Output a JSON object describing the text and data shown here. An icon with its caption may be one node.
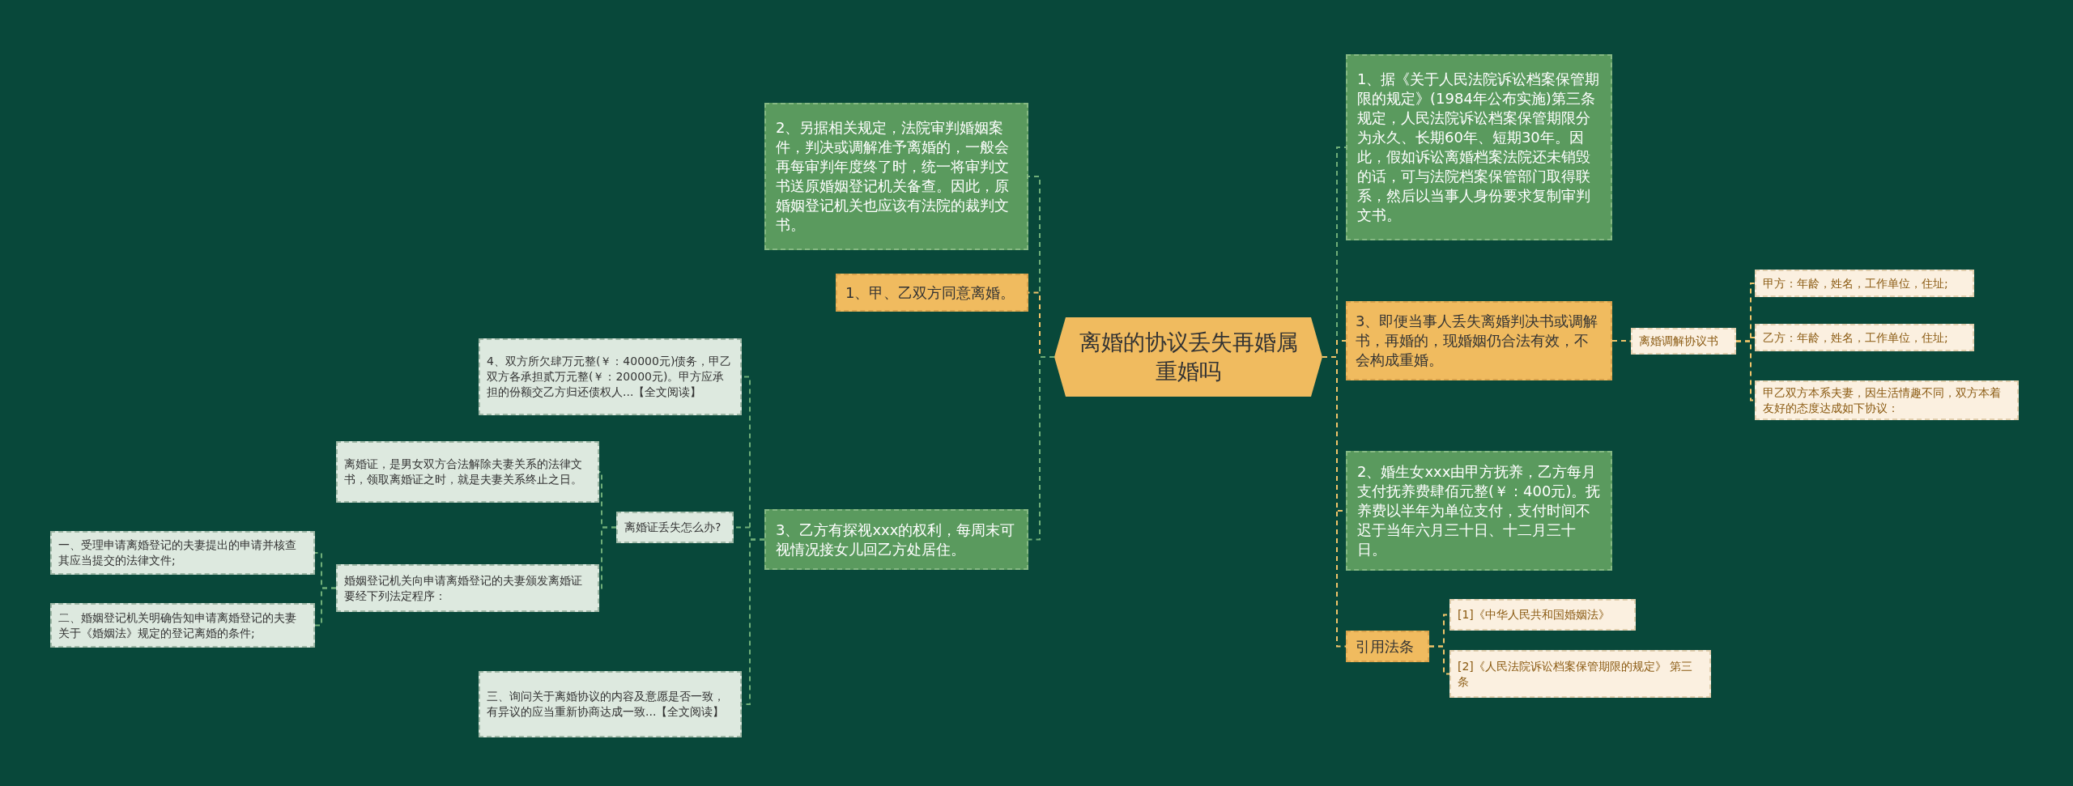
{
  "diagram": {
    "nodes": [
      {
        "text": [
          "离婚的协议丢失再婚属重婚吗"
        ]
      },
      {
        "text": [
          "2、另据相关规定，法院审判婚姻案件，判决或调解准予离婚的，一般会再每审判年度终了时，统一将审判文书送原婚姻登记机关备查。因此，原婚姻登记机关也应该有法院的裁判文书。"
        ]
      },
      {
        "text": [
          "1、甲、乙双方同意离婚。"
        ]
      },
      {
        "text": [
          "3、乙方有探视xxx的权利，每周末可视情况接女儿回乙方处居住。"
        ]
      },
      {
        "text": [
          "4、双方所欠肆万元整(￥：40000元)债务，甲乙双方各承担贰万元整(￥：20000元)。甲方应承担的份额交乙方归还债权人...【全文阅读】"
        ]
      },
      {
        "text": [
          "离婚证丢失怎么办?"
        ]
      },
      {
        "text": [
          "离婚证，是男女双方合法解除夫妻关系的法律文书，领取离婚证之时，就是夫妻关系终止之日。"
        ]
      },
      {
        "text": [
          "婚姻登记机关向申请离婚登记的夫妻颁发离婚证要经下列法定程序："
        ]
      },
      {
        "text": [
          "一、受理申请离婚登记的夫妻提出的申请并核查其应当提交的法律文件;"
        ]
      },
      {
        "text": [
          "二、婚姻登记机关明确告知申请离婚登记的夫妻关于《婚姻法》规定的登记离婚的条件;"
        ]
      },
      {
        "text": [
          "三、询问关于离婚协议的内容及意愿是否一致，有异议的应当重新协商达成一致...【全文阅读】"
        ]
      },
      {
        "text": [
          "1、据《关于人民法院诉讼档案保管期限的规定》(1984年公布实施)第三条规定，人民法院诉讼档案保管期限分为永久、长期60年、短期30年。因此，假如诉讼离婚档案法院还未销毁的话，可与法院档案保管部门取得联系，然后以当事人身份要求复制审判文书。"
        ]
      },
      {
        "text": [
          "3、即便当事人丢失离婚判决书或调解书，再婚的，现婚姻仍合法有效，不会构成重婚。"
        ]
      },
      {
        "text": [
          "离婚调解协议书"
        ]
      },
      {
        "text": [
          "甲方：年龄，姓名，工作单位，住址;"
        ]
      },
      {
        "text": [
          "乙方：年龄，姓名，工作单位，住址;"
        ]
      },
      {
        "text": [
          "甲乙双方本系夫妻，因生活情趣不同，双方本着友好的态度达成如下协议："
        ]
      },
      {
        "text": [
          "2、婚生女xxx由甲方抚养，乙方每月支付抚养费肆佰元整(￥：400元)。抚养费以半年为单位支付，支付时间不迟于当年六月三十日、十二月三十日。"
        ]
      },
      {
        "text": [
          "引用法条"
        ]
      },
      {
        "text": [
          "[1]《中华人民共和国婚姻法》"
        ]
      },
      {
        "text": [
          "[2]《人民法院诉讼档案保管期限的规定》 第三条"
        ]
      }
    ],
    "edges": [
      {
        "from": 0,
        "to": 1,
        "arrow": "none"
      },
      {
        "from": 0,
        "to": 2,
        "arrow": "none",
        "color": "#f0c46a"
      },
      {
        "from": 0,
        "to": 3,
        "arrow": "none"
      },
      {
        "from": 3,
        "to": 4,
        "arrow": "none"
      },
      {
        "from": 3,
        "to": 5,
        "arrow": "none"
      },
      {
        "from": 3,
        "to": 10,
        "arrow": "none"
      },
      {
        "from": 5,
        "to": 6,
        "arrow": "none"
      },
      {
        "from": 5,
        "to": 7,
        "arrow": "none"
      },
      {
        "from": 7,
        "to": 8,
        "arrow": "none"
      },
      {
        "from": 7,
        "to": 9,
        "arrow": "none"
      },
      {
        "from": 0,
        "to": 11,
        "arrow": "none"
      },
      {
        "from": 0,
        "to": 12,
        "arrow": "none",
        "color": "#f0c46a"
      },
      {
        "from": 12,
        "to": 13,
        "arrow": "none",
        "color": "#f0c46a"
      },
      {
        "from": 13,
        "to": 14,
        "arrow": "none",
        "color": "#f0c46a"
      },
      {
        "from": 13,
        "to": 15,
        "arrow": "none",
        "color": "#f0c46a"
      },
      {
        "from": 13,
        "to": 16,
        "arrow": "none",
        "color": "#f0c46a"
      },
      {
        "from": 0,
        "to": 17,
        "arrow": "none",
        "color": "#f0c46a"
      },
      {
        "from": 0,
        "to": 18,
        "arrow": "none",
        "color": "#f0c46a"
      },
      {
        "from": 18,
        "to": 19,
        "arrow": "none",
        "color": "#f0c46a"
      },
      {
        "from": 18,
        "to": 20,
        "arrow": "none",
        "color": "#f0c46a"
      }
    ]
  }
}
